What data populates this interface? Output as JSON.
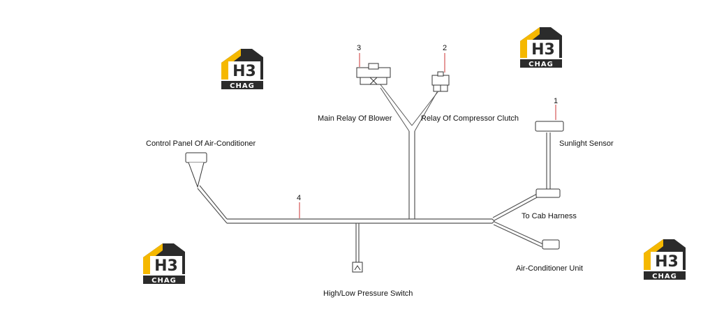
{
  "logo": {
    "letters": "H3",
    "caption": "CHAG",
    "accent": "#f5b800",
    "dark": "#2b2b2b"
  },
  "labels": {
    "main_relay_blower": "Main Relay Of Blower",
    "relay_compressor_clutch": "Relay Of Compressor Clutch",
    "control_panel": "Control Panel Of Air-Conditioner",
    "sunlight_sensor": "Sunlight Sensor",
    "to_cab_harness": "To Cab Harness",
    "ac_unit": "Air-Conditioner Unit",
    "pressure_switch": "High/Low Pressure Switch"
  },
  "callouts": {
    "n1": "1",
    "n2": "2",
    "n3": "3",
    "n4": "4"
  },
  "colors": {
    "wire": "#555555",
    "leader": "#cc3333",
    "label": "#111111"
  }
}
